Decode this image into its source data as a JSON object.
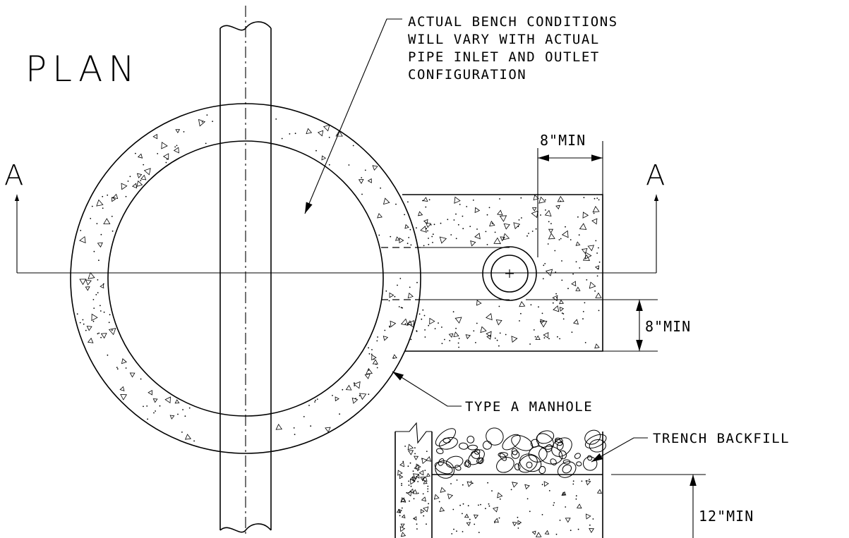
{
  "title": "PLAN",
  "section_marks": {
    "left": "A",
    "right": "A"
  },
  "notes": {
    "bench": [
      "ACTUAL BENCH CONDITIONS",
      "WILL VARY WITH ACTUAL",
      "PIPE INLET AND OUTLET",
      "CONFIGURATION"
    ],
    "manhole": "TYPE A MANHOLE",
    "backfill": "TRENCH BACKFILL"
  },
  "dimensions": {
    "top_clearance": "8\"MIN",
    "side_clearance": "8\"MIN",
    "bedding_depth": "12\"MIN"
  }
}
